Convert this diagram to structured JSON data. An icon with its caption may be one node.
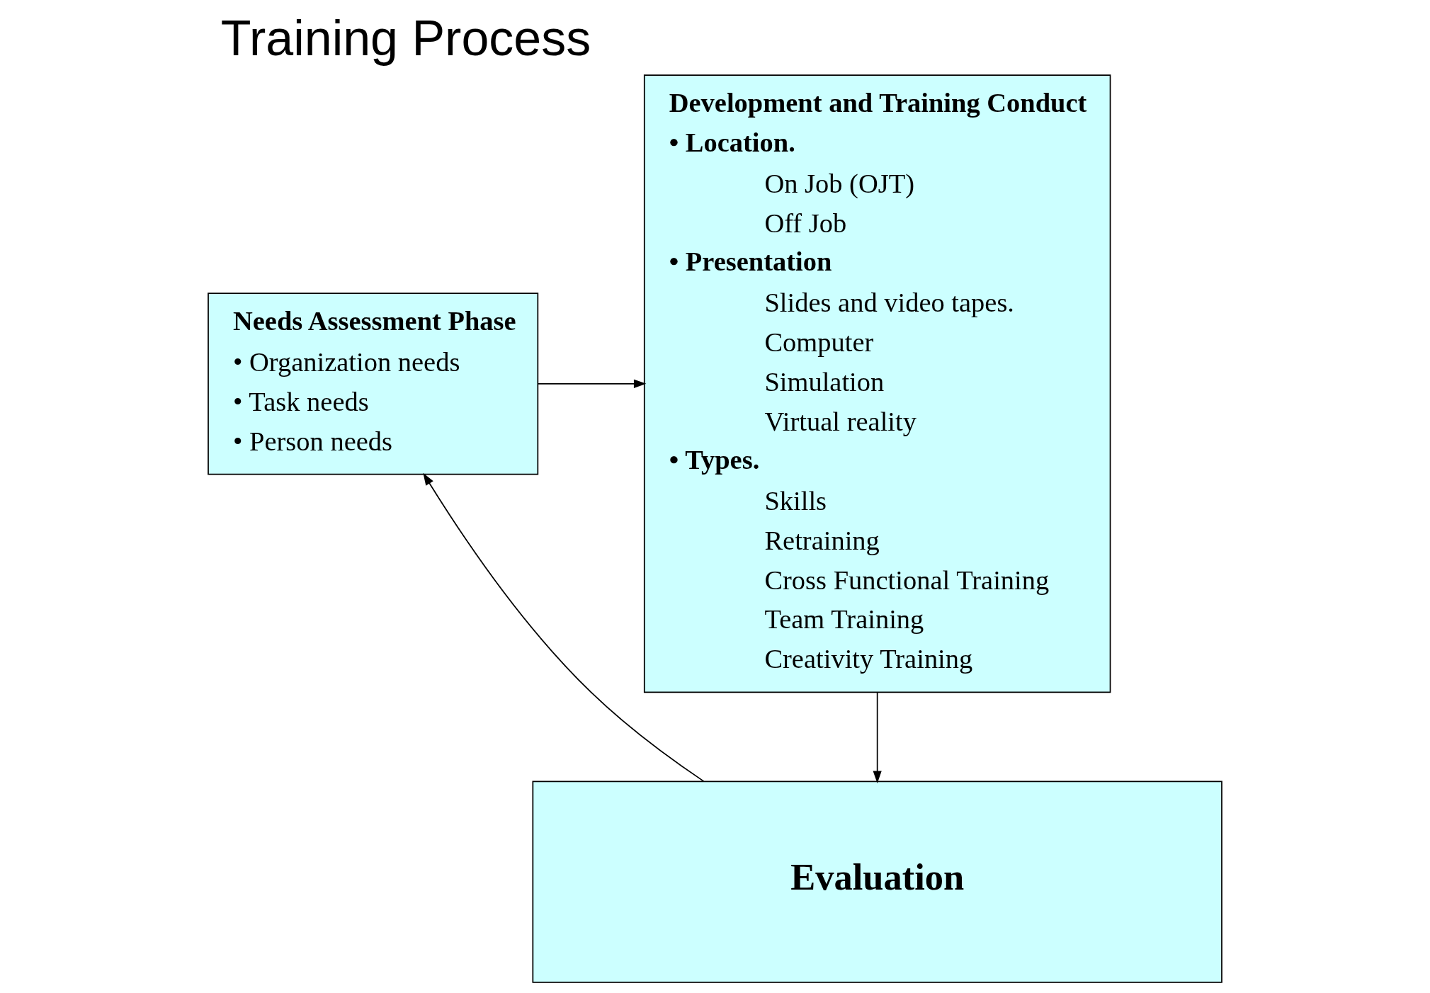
{
  "diagram": {
    "title": "Training Process",
    "nodes": [
      {
        "text": [
          "Needs Assessment Phase",
          "• Organization needs",
          "• Task needs",
          "• Person needs"
        ]
      },
      {
        "text": [
          "Development and Training Conduct",
          "• Location.",
          "On Job (OJT)",
          "Off Job",
          "• Presentation",
          "Slides and video tapes.",
          "Computer",
          "Simulation",
          "Virtual reality",
          "• Types.",
          "Skills",
          "Retraining",
          "Cross Functional Training",
          "Team Training",
          "Creativity Training"
        ]
      },
      {
        "text": [
          "Evaluation"
        ]
      }
    ],
    "edges": [
      {
        "from": 0,
        "to": 1,
        "arrow": "to"
      },
      {
        "from": 1,
        "to": 2,
        "arrow": "to"
      },
      {
        "from": 2,
        "to": 0,
        "arrow": "to"
      }
    ]
  }
}
